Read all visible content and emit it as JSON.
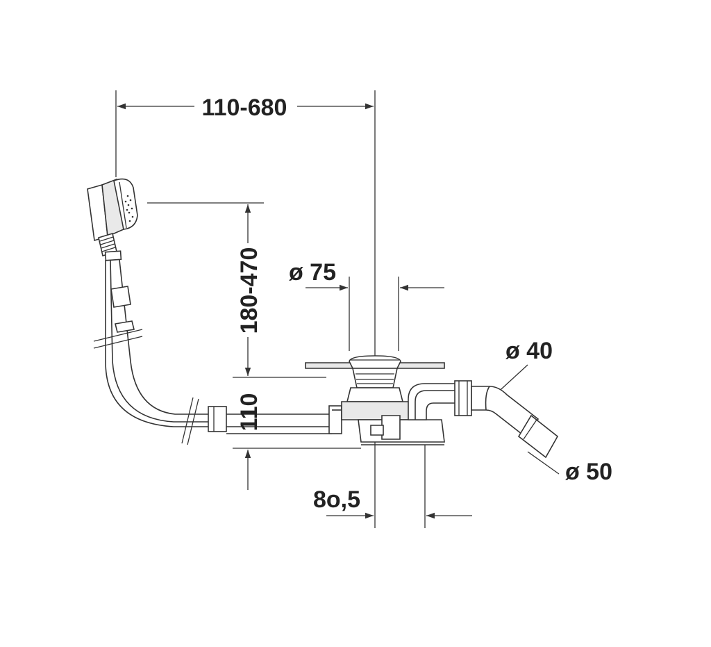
{
  "dimensions": {
    "overflow_offset": "110-680",
    "overflow_height": "180-470",
    "drain_diameter": "ø 75",
    "outlet_diameter": "ø 40",
    "outlet_diameter_large": "ø 50",
    "trap_height": "110",
    "trap_offset": "8o,5"
  },
  "colors": {
    "line": "#333333",
    "text": "#222222",
    "background": "#ffffff"
  }
}
